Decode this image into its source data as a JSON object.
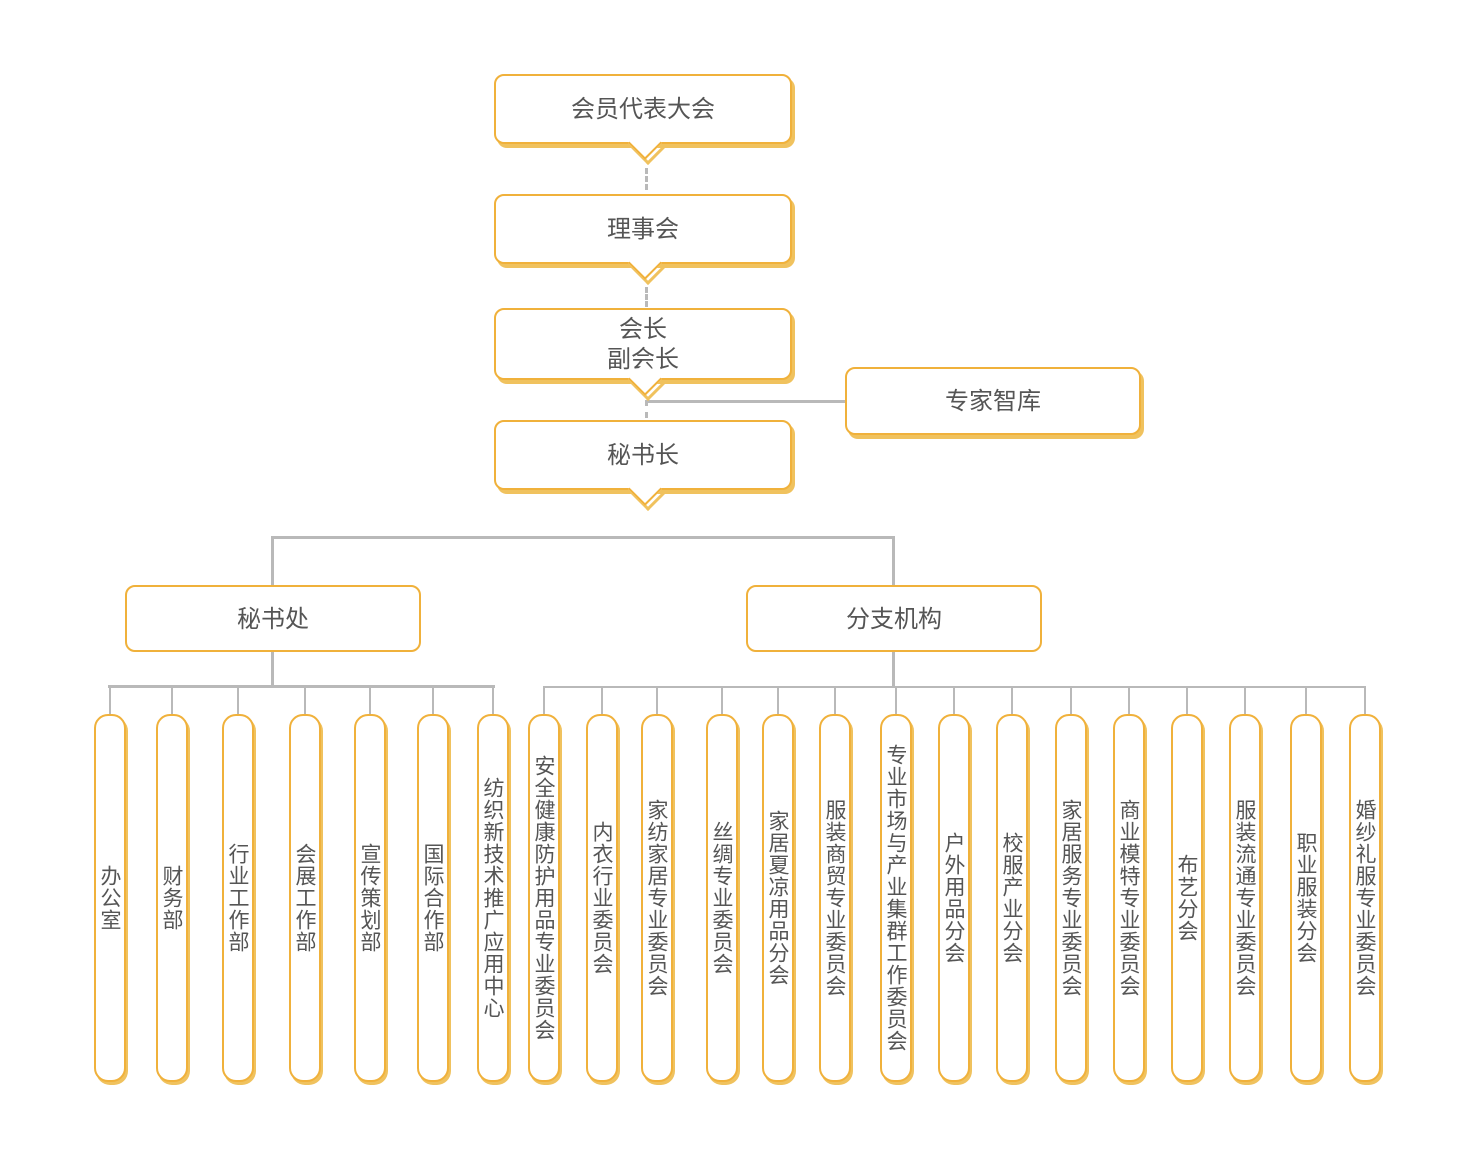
{
  "top_chain": {
    "assembly": "会员代表大会",
    "council": "理事会",
    "president": "会长\n副会长",
    "secretary_general": "秘书长"
  },
  "think_tank": "专家智库",
  "secretariat": {
    "title": "秘书处",
    "departments": [
      "办公室",
      "财务部",
      "行业工作部",
      "会展工作部",
      "宣传策划部",
      "国际合作部",
      "纺织新技术推广应用中心"
    ]
  },
  "branches": {
    "title": "分支机构",
    "units": [
      "安全健康防护用品专业委员会",
      "内衣行业委员会",
      "家纺家居专业委员会",
      "丝绸专业委员会",
      "家居夏凉用品分会",
      "服装商贸专业委员会",
      "专业市场与产业集群工作委员会",
      "户外用品分会",
      "校服产业分会",
      "家居服务专业委员会",
      "商业模特专业委员会",
      "布艺分会",
      "服装流通专业委员会",
      "职业服装分会",
      "婚纱礼服专业委员会"
    ]
  },
  "colors": {
    "border": "#f0b13b",
    "shadow": "#f0c25e",
    "connector": "#b9b9b9",
    "text": "#555555"
  }
}
